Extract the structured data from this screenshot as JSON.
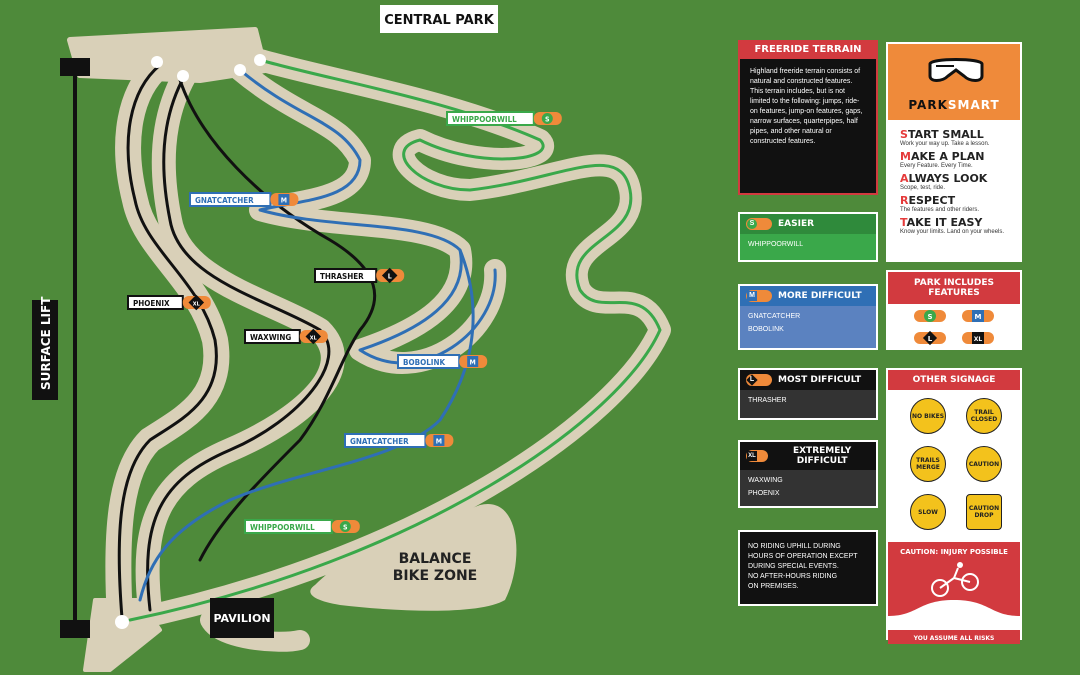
{
  "map": {
    "title": "CENTRAL PARK",
    "surface_lift": "SURFACE LIFT",
    "pavilion": "PAVILION",
    "balance_line1": "BALANCE",
    "balance_line2": "BIKE ZONE",
    "trail_labels": [
      {
        "name": "WHIPPOORWILL",
        "rating": "S",
        "color": "#3aa84a"
      },
      {
        "name": "GNATCATCHER",
        "rating": "M",
        "color": "#2f6fb5"
      },
      {
        "name": "THRASHER",
        "rating": "L",
        "color": "#111111"
      },
      {
        "name": "PHOENIX",
        "rating": "XL",
        "color": "#111111"
      },
      {
        "name": "WAXWING",
        "rating": "XL",
        "color": "#111111"
      },
      {
        "name": "BOBOLINK",
        "rating": "M",
        "color": "#2f6fb5"
      },
      {
        "name": "GNATCATCHER",
        "rating": "M",
        "color": "#2f6fb5"
      },
      {
        "name": "WHIPPOORWILL",
        "rating": "S",
        "color": "#3aa84a"
      }
    ]
  },
  "freeride": {
    "title": "FREERIDE TERRAIN",
    "body": "Highland freeride terrain consists of natural and constructed features. This terrain includes, but is not limited to the following: jumps, ride-on features, jump-on features, gaps, narrow surfaces, quarterpipes, half pipes, and other natural or constructed features."
  },
  "legend": {
    "easier": {
      "title": "EASIER",
      "badge": "S",
      "trails": [
        "WHIPPOORWILL"
      ]
    },
    "more_difficult": {
      "title": "MORE DIFFICULT",
      "badge": "M",
      "trails": [
        "GNATCATCHER",
        "BOBOLINK"
      ]
    },
    "most_difficult": {
      "title": "MOST DIFFICULT",
      "badge": "L",
      "trails": [
        "THRASHER"
      ]
    },
    "extremely_difficult": {
      "title": "EXTREMELY DIFFICULT",
      "badge": "XL",
      "trails": [
        "WAXWING",
        "PHOENIX"
      ]
    }
  },
  "notice": {
    "line1": "NO RIDING UPHILL DURING",
    "line2": "HOURS OF OPERATION EXCEPT",
    "line3": "DURING SPECIAL EVENTS.",
    "line4": "NO AFTER-HOURS RIDING",
    "line5": "ON PREMISES."
  },
  "parksmart": {
    "title_a": "PARK",
    "title_b": "SMART",
    "items": [
      {
        "cap": "S",
        "rest": "TART SMALL",
        "sub": "Work your way up. Take a lesson."
      },
      {
        "cap": "M",
        "rest": "AKE A PLAN",
        "sub": "Every Feature. Every Time."
      },
      {
        "cap": "A",
        "rest": "LWAYS LOOK",
        "sub": "Scope, test, ride."
      },
      {
        "cap": "R",
        "rest": "ESPECT",
        "sub": "The features and other riders."
      },
      {
        "cap": "T",
        "rest": "AKE IT EASY",
        "sub": "Know your limits. Land on your wheels."
      }
    ]
  },
  "features": {
    "title": "PARK INCLUDES FEATURES",
    "badges": [
      "S",
      "M",
      "L",
      "XL"
    ]
  },
  "signage": {
    "title": "OTHER SIGNAGE",
    "signs": [
      "NO BIKES",
      "TRAIL CLOSED",
      "TRAILS MERGE",
      "CAUTION",
      "SLOW",
      "CAUTION DROP"
    ],
    "caution_title": "CAUTION: INJURY POSSIBLE",
    "footer": "YOU ASSUME ALL RISKS"
  },
  "colors": {
    "grass": "#4e8a3a",
    "sand": "#d9d0b8",
    "easier": "#3aa84a",
    "more_difficult": "#2f6fb5",
    "most_difficult": "#111111",
    "accent_red": "#d23a3f",
    "accent_orange": "#ef8a3a"
  }
}
